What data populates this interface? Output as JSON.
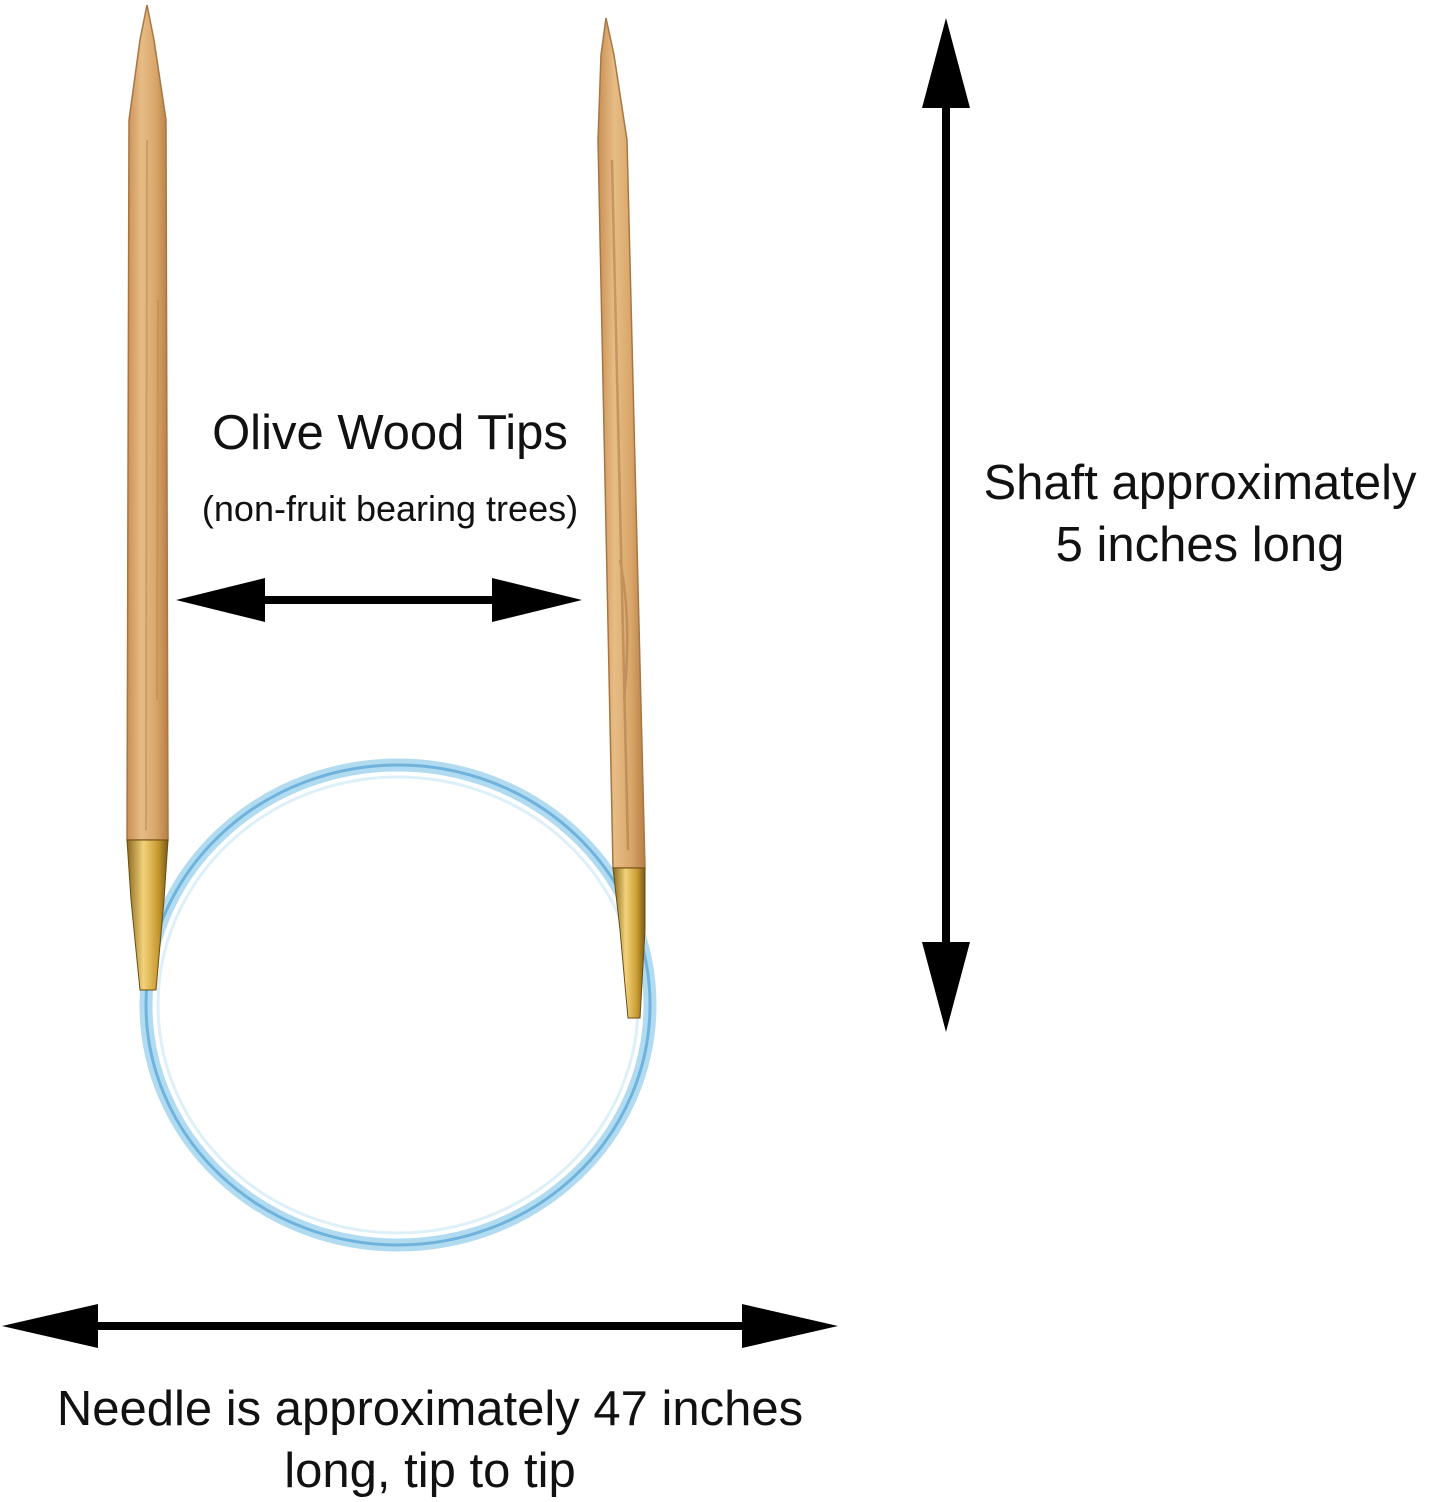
{
  "callouts": {
    "tips_title": "Olive Wood Tips",
    "tips_subtitle": "(non-fruit bearing trees)",
    "shaft_line1": "Shaft approximately",
    "shaft_line2": "5 inches long",
    "needle_line1": "Needle is approximately 47 inches",
    "needle_line2": "long, tip to tip"
  },
  "colors": {
    "wood": "#d9a86c",
    "wood_dark": "#b5804a",
    "brass": "#c9a23a",
    "cable": "#8fc8e8",
    "arrow": "#000000"
  }
}
